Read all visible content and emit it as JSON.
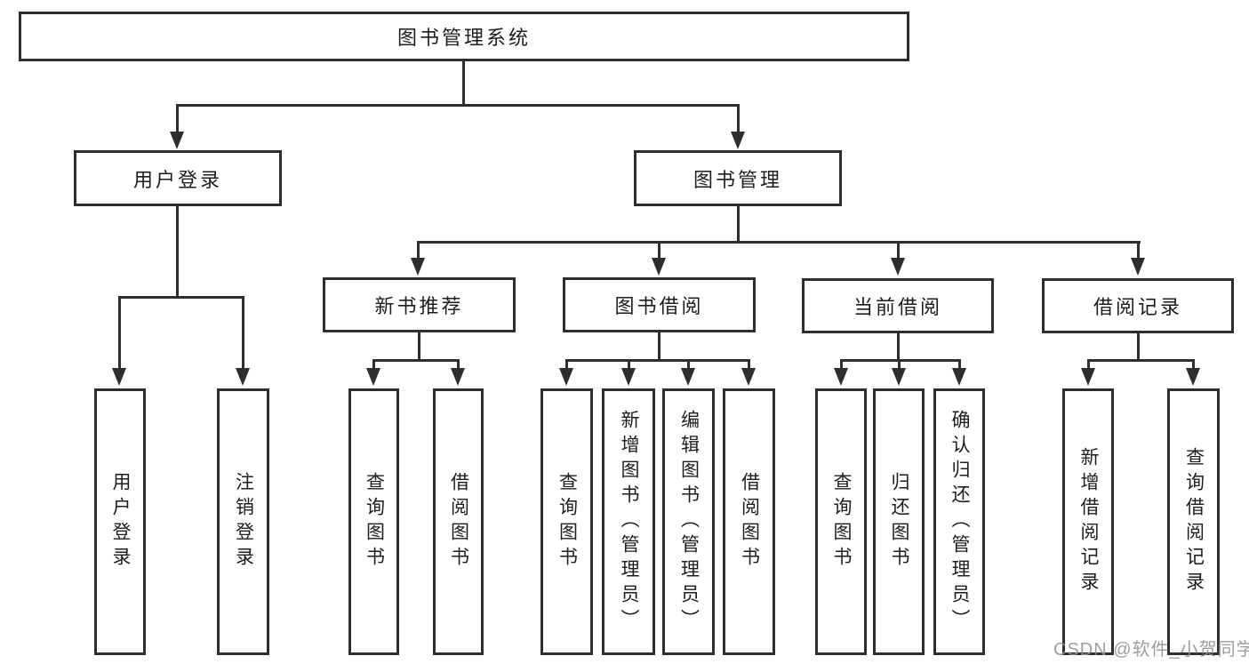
{
  "diagram": {
    "title": "图书管理系统",
    "colors": {
      "line": "#2e2e2e",
      "text": "#1d1d1d",
      "background": "#ffffff",
      "watermark": "#949494"
    },
    "nodes": {
      "root": {
        "label": "图书管理系统"
      },
      "user_login": {
        "label": "用户登录"
      },
      "book_management": {
        "label": "图书管理"
      },
      "new_book_recommend": {
        "label": "新书推荐"
      },
      "book_borrow": {
        "label": "图书借阅"
      },
      "current_borrow": {
        "label": "当前借阅"
      },
      "borrow_records": {
        "label": "借阅记录"
      },
      "leaf_user_login": {
        "label": "用户登录"
      },
      "leaf_logout": {
        "label": "注销登录"
      },
      "leaf_query_books_a": {
        "label": "查询图书"
      },
      "leaf_borrow_books_a": {
        "label": "借阅图书"
      },
      "leaf_query_books_b": {
        "label": "查询图书"
      },
      "leaf_add_books_admin": {
        "label": "新增图书（管理员）"
      },
      "leaf_edit_books_admin": {
        "label": "编辑图书（管理员）"
      },
      "leaf_borrow_books_b": {
        "label": "借阅图书"
      },
      "leaf_query_books_c": {
        "label": "查询图书"
      },
      "leaf_return_books": {
        "label": "归还图书"
      },
      "leaf_confirm_return_admin": {
        "label": "确认归还（管理员）"
      },
      "leaf_add_borrow_record": {
        "label": "新增借阅记录"
      },
      "leaf_query_borrow_record": {
        "label": "查询借阅记录"
      }
    },
    "hierarchy": {
      "图书管理系统": {
        "用户登录": [
          "用户登录",
          "注销登录"
        ],
        "图书管理": {
          "新书推荐": [
            "查询图书",
            "借阅图书"
          ],
          "图书借阅": [
            "查询图书",
            "新增图书（管理员）",
            "编辑图书（管理员）",
            "借阅图书"
          ],
          "当前借阅": [
            "查询图书",
            "归还图书",
            "确认归还（管理员）"
          ],
          "借阅记录": [
            "新增借阅记录",
            "查询借阅记录"
          ]
        }
      }
    },
    "watermark": {
      "label": "CSDN @软件_小贺同学"
    }
  }
}
